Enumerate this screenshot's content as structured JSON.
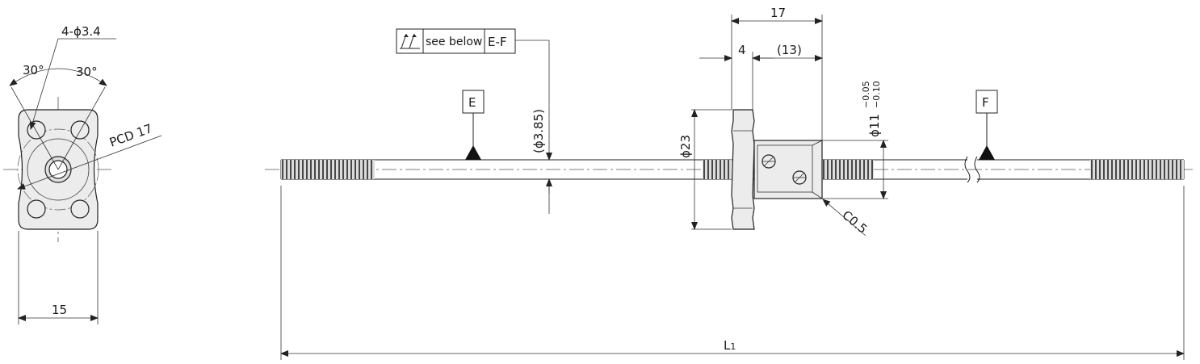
{
  "end_view": {
    "hole_callout": "4-ϕ3.4",
    "angle_left": "30°",
    "angle_right": "30°",
    "pcd": "PCD 17",
    "width": "15"
  },
  "side_view": {
    "tolerance_frame": {
      "note": "see below",
      "datum": "E-F"
    },
    "datum_e": "E",
    "datum_f": "F",
    "shaft_dia": "(ϕ3.85)",
    "flange_dia": "ϕ23",
    "nut_length": "17",
    "flange_width": "4",
    "nut_body": "(13)",
    "nut_dia": "ϕ11",
    "tol_upper": "−0.05",
    "tol_lower": "−0.10",
    "chamfer": "C0.5",
    "overall_length_main": "L",
    "overall_length_sub": "1"
  },
  "colors": {
    "line": "#222222",
    "part_fill": "#ececec"
  }
}
